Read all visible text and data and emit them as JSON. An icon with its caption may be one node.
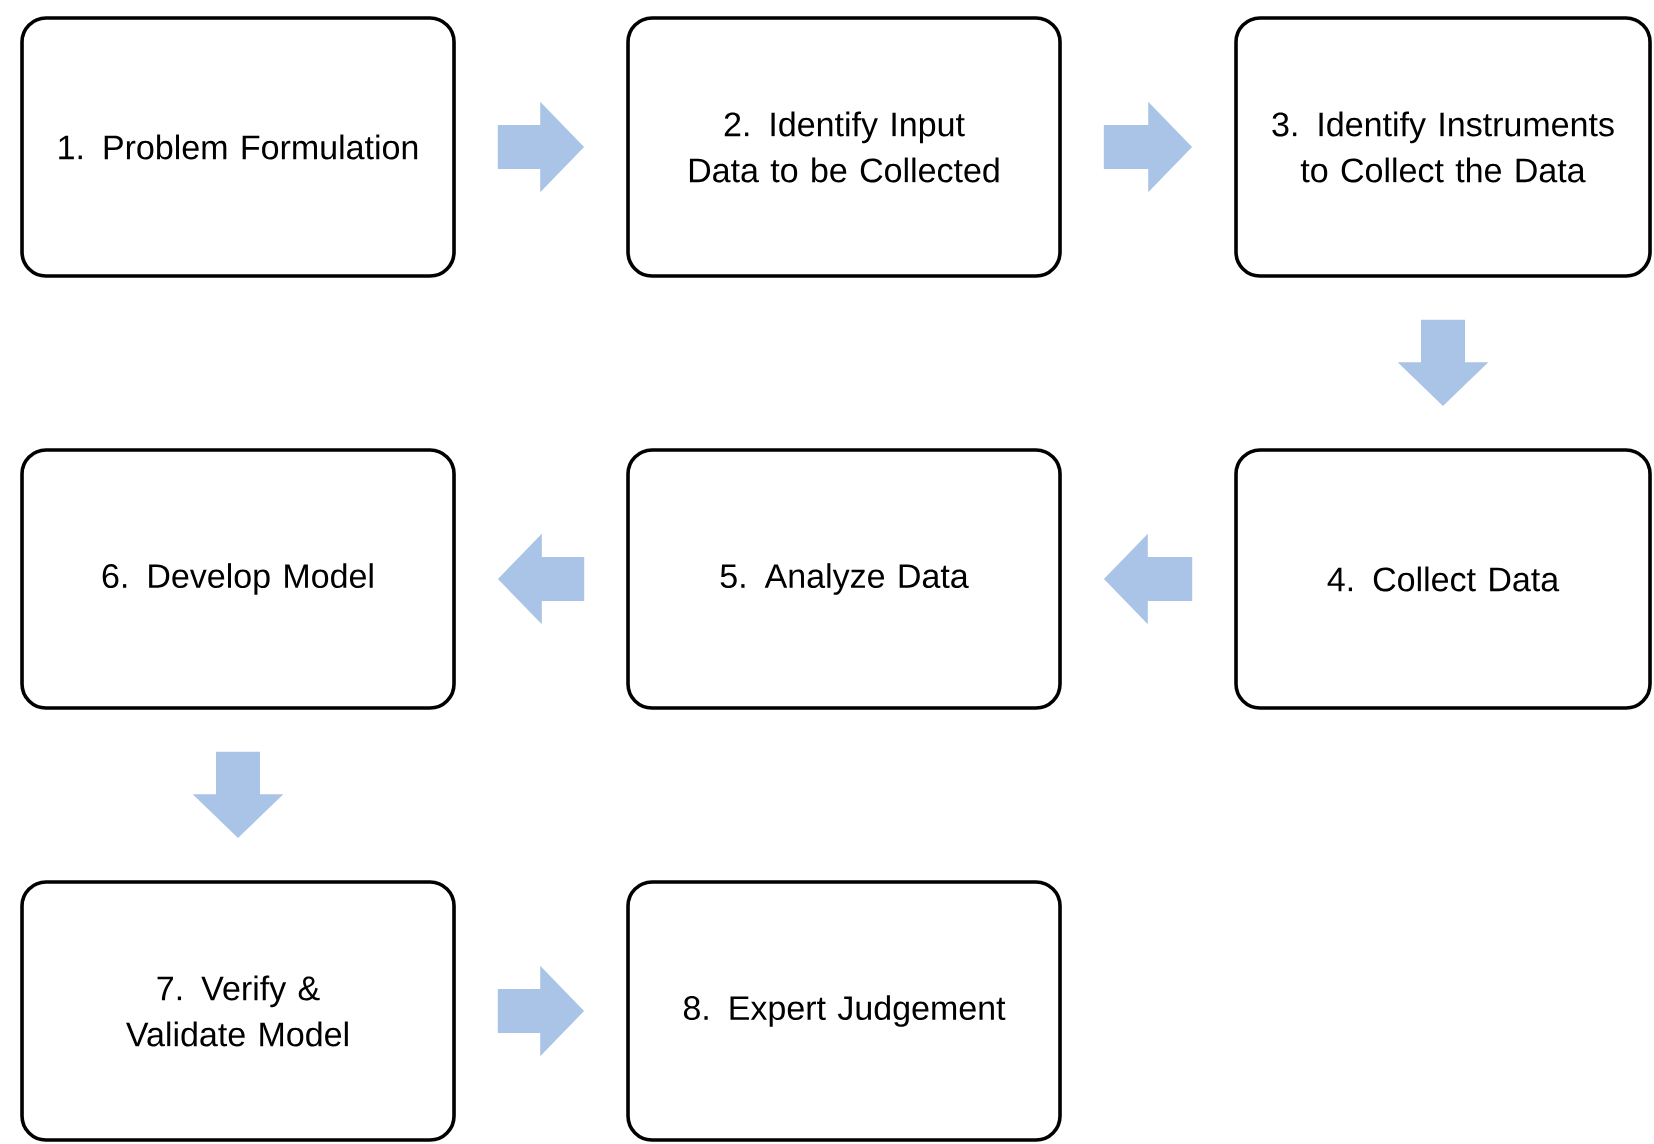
{
  "diagram": {
    "nodes": [
      {
        "text": [
          "1. Problem Formulation"
        ]
      },
      {
        "text": [
          "2. Identify Input Data to be Collected"
        ]
      },
      {
        "text": [
          "3. Identify Instruments to Collect the Data"
        ]
      },
      {
        "text": [
          "4. Collect Data"
        ]
      },
      {
        "text": [
          "5. Analyze Data"
        ]
      },
      {
        "text": [
          "6. Develop Model"
        ]
      },
      {
        "text": [
          "7. Verify & Validate Model"
        ]
      },
      {
        "text": [
          "8. Expert Judgement"
        ]
      }
    ],
    "edges": [
      {
        "from": 0,
        "to": 1,
        "arrow": "to"
      },
      {
        "from": 1,
        "to": 2,
        "arrow": "to"
      },
      {
        "from": 2,
        "to": 3,
        "arrow": "to"
      },
      {
        "from": 3,
        "to": 4,
        "arrow": "to"
      },
      {
        "from": 4,
        "to": 5,
        "arrow": "to"
      },
      {
        "from": 5,
        "to": 6,
        "arrow": "to"
      },
      {
        "from": 6,
        "to": 7,
        "arrow": "to"
      }
    ]
  }
}
